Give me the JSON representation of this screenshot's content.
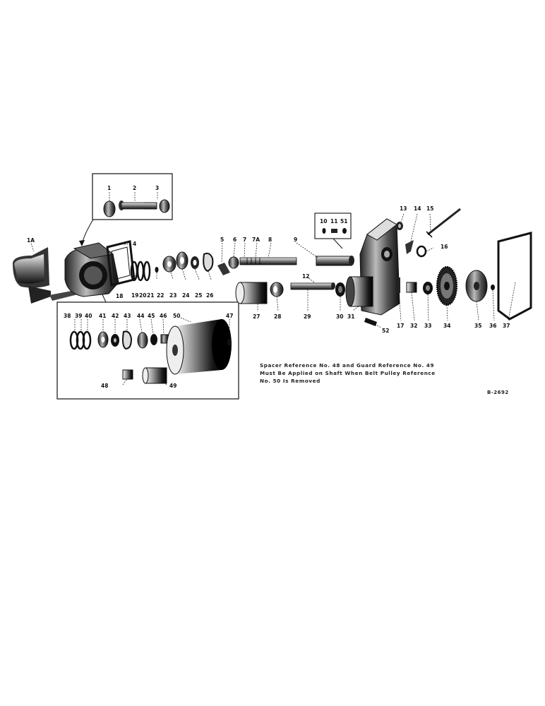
{
  "diagram": {
    "labels": {
      "l1A": "1A",
      "l1": "1",
      "l2": "2",
      "l3": "3",
      "l4": "4",
      "l5": "5",
      "l6": "6",
      "l7": "7",
      "l7A": "7A",
      "l8": "8",
      "l9": "9",
      "l10": "10",
      "l11": "11",
      "l51": "51",
      "l12": "12",
      "l13": "13",
      "l14": "14",
      "l15": "15",
      "l16": "16",
      "l17": "17",
      "l18": "18",
      "l19": "19",
      "l20": "20",
      "l21": "21",
      "l22": "22",
      "l23": "23",
      "l24": "24",
      "l25": "25",
      "l26": "26",
      "l27": "27",
      "l28": "28",
      "l29": "29",
      "l30": "30",
      "l31": "31",
      "l32": "32",
      "l33": "33",
      "l34": "34",
      "l35": "35",
      "l36": "36",
      "l37": "37",
      "l38": "38",
      "l39": "39",
      "l40": "40",
      "l41": "41",
      "l42": "42",
      "l43": "43",
      "l44": "44",
      "l45": "45",
      "l46": "46",
      "l47": "47",
      "l48": "48",
      "l49": "49",
      "l50": "50",
      "l52": "52"
    },
    "note_lines": [
      "Spacer Reference No. 48 and Guard Reference No. 49",
      "Must Be Applied on Shaft When Belt Pulley Reference",
      "No. 50 Is Removed"
    ],
    "figure_id": "B-2692"
  }
}
